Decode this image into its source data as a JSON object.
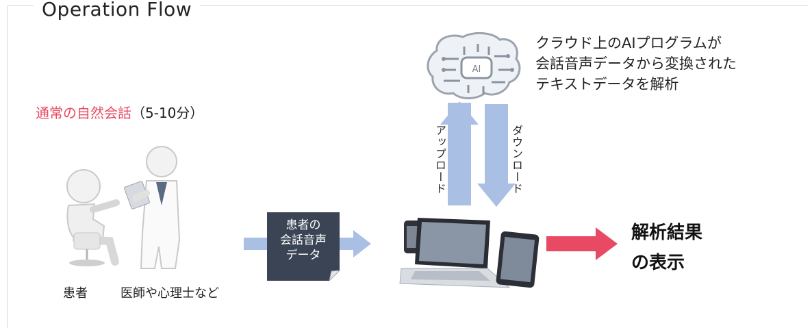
{
  "title": "Operation Flow",
  "ai_description": [
    "クラウド上のAIプログラムが",
    "会話音声データから変換された",
    "テキストデータを解析"
  ],
  "ai_badge": "AI",
  "conversation": {
    "highlight": "通常の自然会話",
    "duration": "（5-10分）"
  },
  "labels": {
    "patient": "患者",
    "clinician": "医師や心理士など"
  },
  "document_lines": [
    "患者の",
    "会話音声",
    "データ"
  ],
  "upload_label": "アップロード",
  "download_label": "ダウンロード",
  "result_lines": [
    "解析結果",
    "の表示"
  ],
  "colors": {
    "accent_red": "#e84a63",
    "arrow_blue": "#a9c0e4",
    "doc_dark": "#3b4454"
  }
}
